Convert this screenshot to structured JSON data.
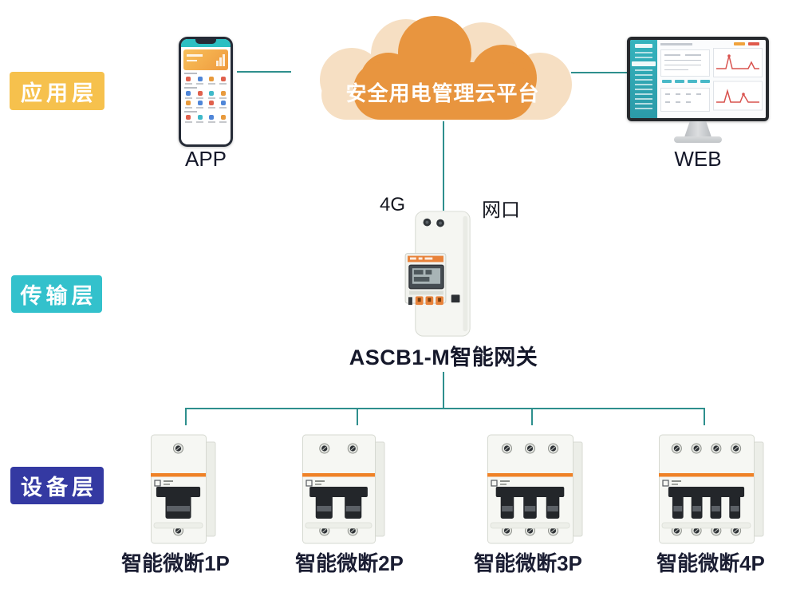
{
  "layers": [
    {
      "label": "应用层",
      "color": "#F6C14D"
    },
    {
      "label": "传输层",
      "color": "#33C1CC"
    },
    {
      "label": "设备层",
      "color": "#3439A2"
    }
  ],
  "cloud": {
    "label": "安全用电管理云平台",
    "fill": "#E8953F",
    "halo": "#F6DFC3"
  },
  "application": {
    "app_label": "APP",
    "web_label": "WEB"
  },
  "gateway": {
    "label": "ASCB1-M智能网关",
    "left_port_label": "4G",
    "right_port_label": "网口"
  },
  "devices": [
    {
      "label": "智能微断1P",
      "poles": 1
    },
    {
      "label": "智能微断2P",
      "poles": 2
    },
    {
      "label": "智能微断3P",
      "poles": 3
    },
    {
      "label": "智能微断4P",
      "poles": 4
    }
  ],
  "colors": {
    "connector_line": "#2E8F8D",
    "breaker_stripe": "#EF8227",
    "label_text": "#1B1E33"
  }
}
